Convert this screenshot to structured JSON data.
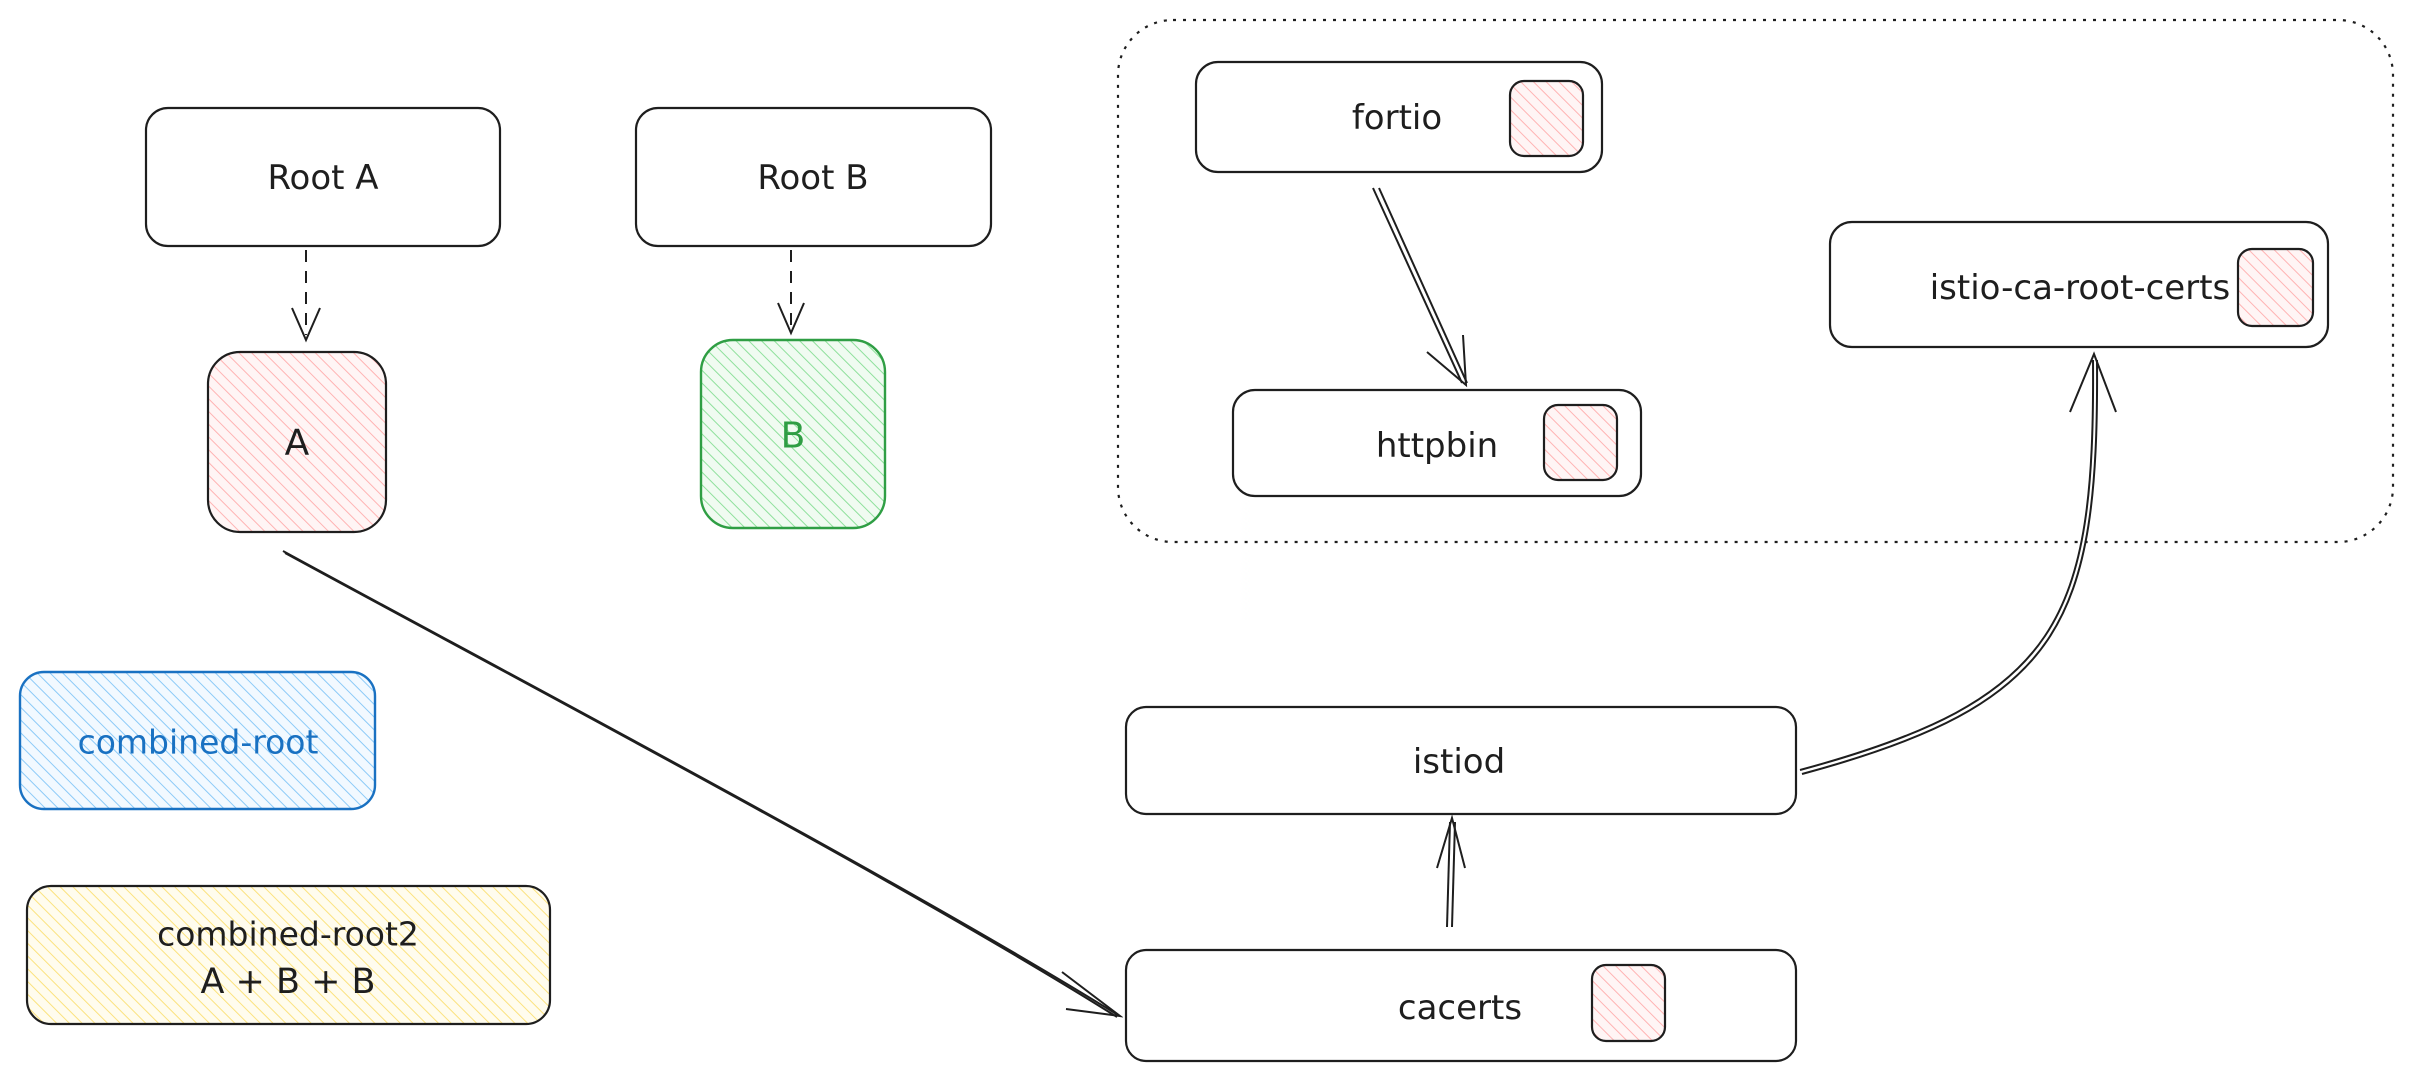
{
  "diagram": {
    "nodes": {
      "root_a": {
        "label": "Root A"
      },
      "root_b": {
        "label": "Root B"
      },
      "a": {
        "label": "A"
      },
      "b": {
        "label": "B"
      },
      "combined_root": {
        "label": "combined-root"
      },
      "combined_root2": {
        "label_line1": "combined-root2",
        "label_line2": "A + B + B"
      },
      "fortio": {
        "label": "fortio"
      },
      "httpbin": {
        "label": "httpbin"
      },
      "istio_ca_root_certs": {
        "label": "istio-ca-root-certs"
      },
      "istiod": {
        "label": "istiod"
      },
      "cacerts": {
        "label": "cacerts"
      }
    },
    "colors": {
      "stroke": "#1e1e1e",
      "red_fill": "#ffc9c9",
      "green_stroke": "#2f9e44",
      "green_fill": "#b2f2bb",
      "blue_stroke": "#1971c2",
      "blue_fill": "#a5d8ff",
      "yellow_stroke": "#1e1e1e",
      "yellow_fill": "#ffec99"
    },
    "edges": [
      {
        "from": "Root A",
        "to": "A",
        "style": "dashed"
      },
      {
        "from": "Root B",
        "to": "B",
        "style": "dashed"
      },
      {
        "from": "A",
        "to": "cacerts",
        "style": "solid"
      },
      {
        "from": "cacerts",
        "to": "istiod",
        "style": "solid"
      },
      {
        "from": "istiod",
        "to": "istio-ca-root-certs",
        "style": "solid"
      },
      {
        "from": "fortio",
        "to": "httpbin",
        "style": "solid"
      }
    ]
  }
}
